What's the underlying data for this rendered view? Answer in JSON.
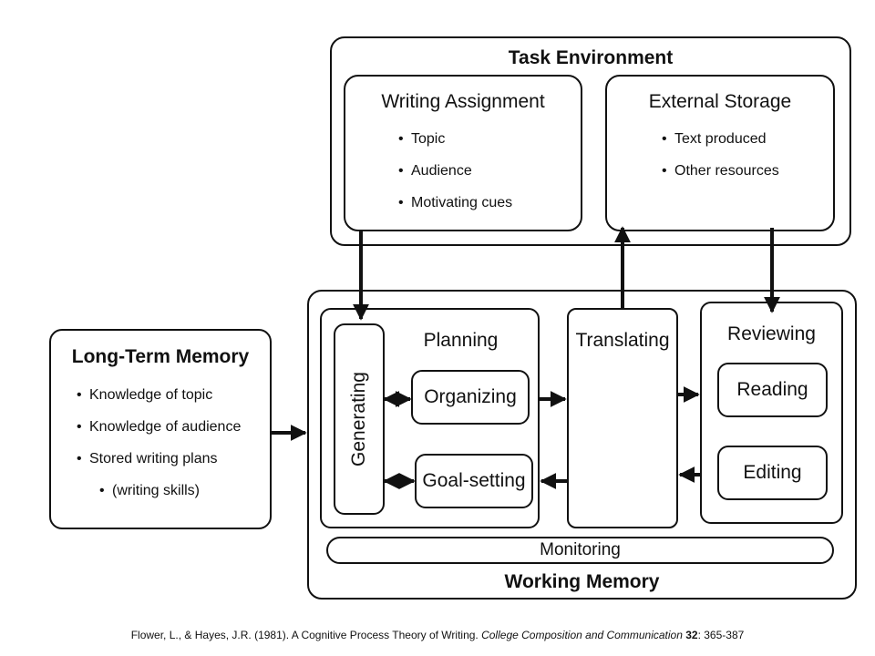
{
  "task_environment": {
    "title": "Task Environment",
    "writing_assignment": {
      "title": "Writing Assignment",
      "items": [
        "Topic",
        "Audience",
        "Motivating cues"
      ]
    },
    "external_storage": {
      "title": "External Storage",
      "items": [
        "Text produced",
        "Other resources"
      ]
    }
  },
  "long_term_memory": {
    "title": "Long-Term Memory",
    "items": [
      "Knowledge of topic",
      "Knowledge of audience",
      "Stored writing plans"
    ],
    "subitem": "(writing skills)"
  },
  "working_memory": {
    "title": "Working Memory",
    "planning": {
      "title": "Planning",
      "generating": "Generating",
      "organizing": "Organizing",
      "goal_setting": "Goal-setting"
    },
    "translating": "Translating",
    "reviewing": {
      "title": "Reviewing",
      "reading": "Reading",
      "editing": "Editing"
    },
    "monitoring": "Monitoring"
  },
  "citation": {
    "authors": "Flower, L., & Hayes, J.R. (1981). A Cognitive Process Theory of Writing.",
    "journal": "College Composition and Communication",
    "volume": "32",
    "pages": ": 365-387"
  }
}
